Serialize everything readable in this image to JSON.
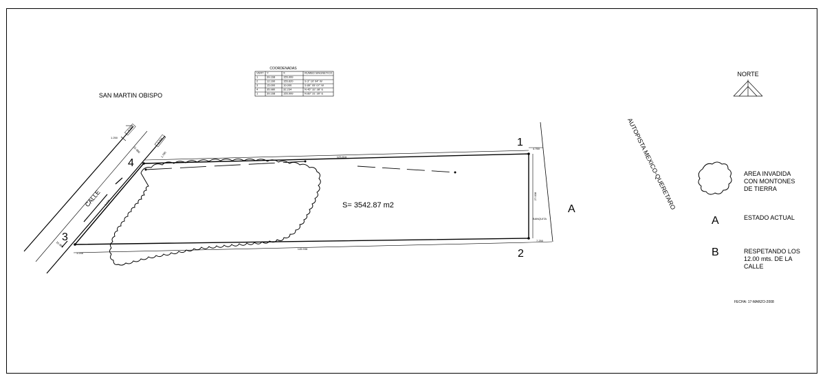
{
  "coord_table": {
    "title": "COORDENADAS",
    "headers": [
      "VERT",
      "Y",
      "X",
      "RUMBO MAGNETICO"
    ],
    "rows": [
      [
        "1",
        "39.168",
        "155.999",
        "."
      ],
      [
        "2",
        "12.160",
        "155.620",
        "S  3° 10' 04\" W"
      ],
      [
        "3",
        "15.000",
        "10.000",
        "S  89° 09' 07\" W"
      ],
      [
        "4",
        "35.980",
        "32.234",
        "N  45° 32' 38\" E"
      ],
      [
        "1",
        "39.168",
        "155.999",
        "N  89° 31' 30\" E"
      ]
    ]
  },
  "labels": {
    "san_martin": "SAN MARTIN OBISPO",
    "calle": "CALLE",
    "autopista": "AUTOPISTA MEXICO-QUERETARO",
    "area": "S= 3542.87 m2",
    "side_a": "A",
    "banquita": "BANQUITA",
    "norte": "NORTE",
    "fecha": "FECHA:   17-MARZO-2008"
  },
  "vertices": {
    "v1": "1",
    "v2": "2",
    "v3": "3",
    "v4": "4"
  },
  "dimensions": {
    "top": "123.816",
    "bottom": "145.936",
    "right": "27.008",
    "right_top": "4.760",
    "right_bottom": "7.250",
    "left_a": "1.250",
    "left_b": "11.080",
    "left_c": "1.765",
    "left_d": "10.980",
    "left_e": "1.246",
    "street_a": "5.060",
    "street_b": "2.000",
    "street_c": "1.130"
  },
  "legend": {
    "invaded": [
      "AREA INVADIDA",
      "CON MONTONES",
      "DE TIERRA"
    ],
    "a_symbol": "A",
    "a_text": "ESTADO ACTUAL",
    "b_symbol": "B",
    "b_text": [
      "RESPETANDO LOS",
      "12.00 mts. DE LA",
      "CALLE"
    ]
  }
}
